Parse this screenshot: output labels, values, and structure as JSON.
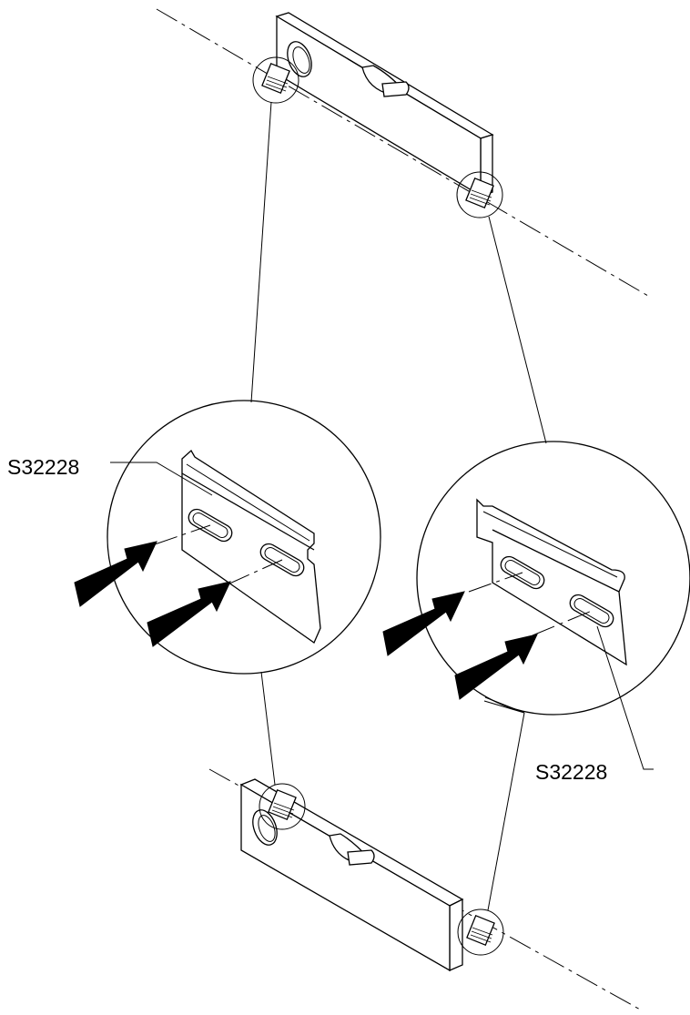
{
  "diagram": {
    "callouts": [
      {
        "id": "left",
        "label": "S32228"
      },
      {
        "id": "right",
        "label": "S32228"
      }
    ]
  }
}
